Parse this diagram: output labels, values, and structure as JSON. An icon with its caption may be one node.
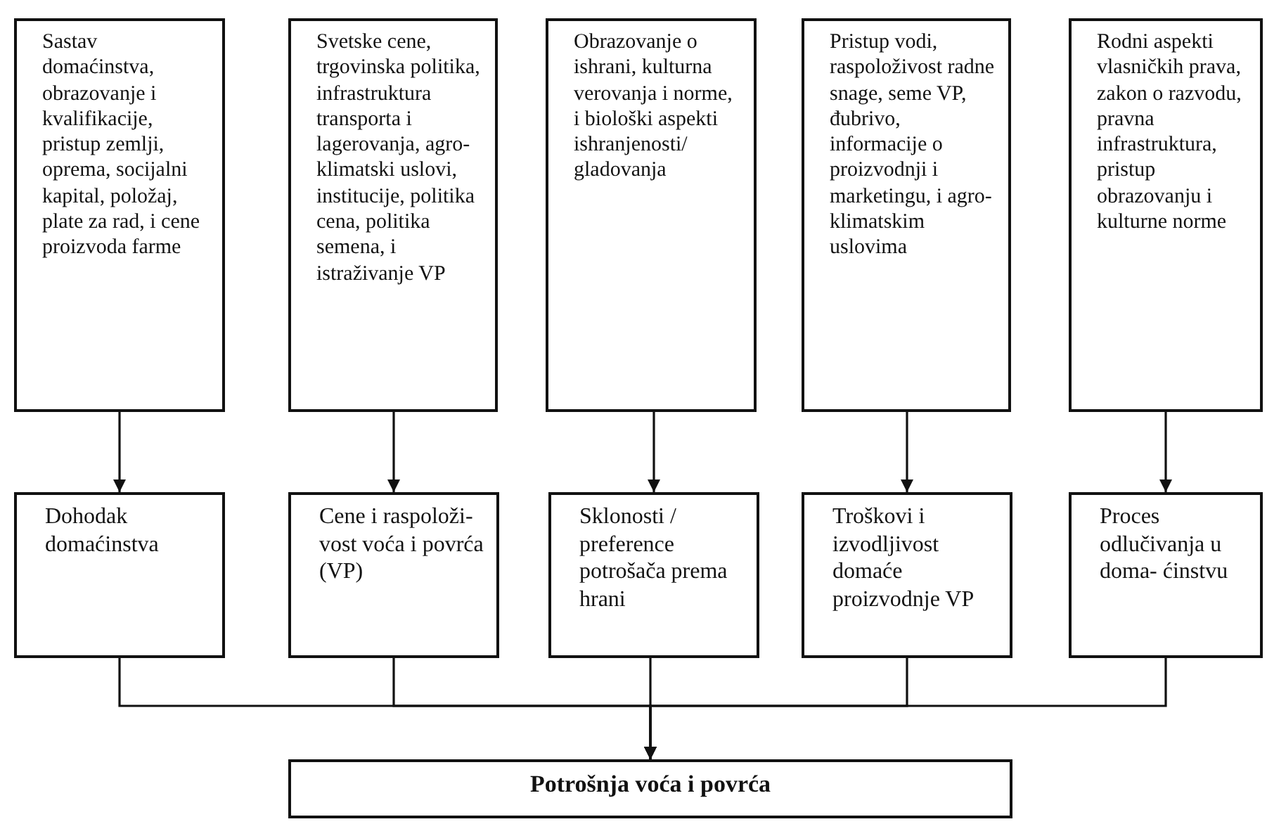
{
  "diagram": {
    "nodes": [
      {
        "text": [
          "Sastav domaćinstva, obrazovanje i kvalifikacije, pristup zemlji, oprema, socijalni kapital, položaj, plate za rad, i cene proizvoda farme"
        ]
      },
      {
        "text": [
          "Svetske cene, trgovinska politika, infrastruktura transporta i lagerovanja, agro-klimatski uslovi, institucije, politika cena, politika semena, i istraživanje VP"
        ]
      },
      {
        "text": [
          "Obrazovanje o ishrani, kulturna verovanja i norme, i biološki aspekti ishranjenosti/ gladovanja"
        ]
      },
      {
        "text": [
          "Pristup vodi, raspoloživost radne snage, seme VP, đubrivo, informacije o proizvodnji i marketingu, i agro- klimatskim uslovima"
        ]
      },
      {
        "text": [
          "Rodni aspekti vlasničkih prava, zakon o razvodu, pravna infrastruktura, pristup obrazovanju i kulturne norme"
        ]
      },
      {
        "text": [
          "Dohodak domaćinstva"
        ]
      },
      {
        "text": [
          "Cene i raspoloži- vost voća i povrća (VP)"
        ]
      },
      {
        "text": [
          "Sklonosti / preference potrošača prema hrani"
        ]
      },
      {
        "text": [
          "Troškovi i izvodljivost domaće proizvodnje VP"
        ]
      },
      {
        "text": [
          "Proces odlučivanja u doma- ćinstvu"
        ]
      },
      {
        "text": [
          "Potrošnja voća i povrća"
        ]
      }
    ],
    "edges": [
      {
        "from": 0,
        "to": 5,
        "arrow": "to"
      },
      {
        "from": 1,
        "to": 6,
        "arrow": "to"
      },
      {
        "from": 2,
        "to": 7,
        "arrow": "to"
      },
      {
        "from": 3,
        "to": 8,
        "arrow": "to"
      },
      {
        "from": 4,
        "to": 9,
        "arrow": "to"
      },
      {
        "from": 5,
        "to": 10,
        "arrow": "to"
      },
      {
        "from": 6,
        "to": 10,
        "arrow": "to"
      },
      {
        "from": 7,
        "to": 10,
        "arrow": "to"
      },
      {
        "from": 8,
        "to": 10,
        "arrow": "to"
      },
      {
        "from": 9,
        "to": 10,
        "arrow": "to"
      }
    ]
  }
}
